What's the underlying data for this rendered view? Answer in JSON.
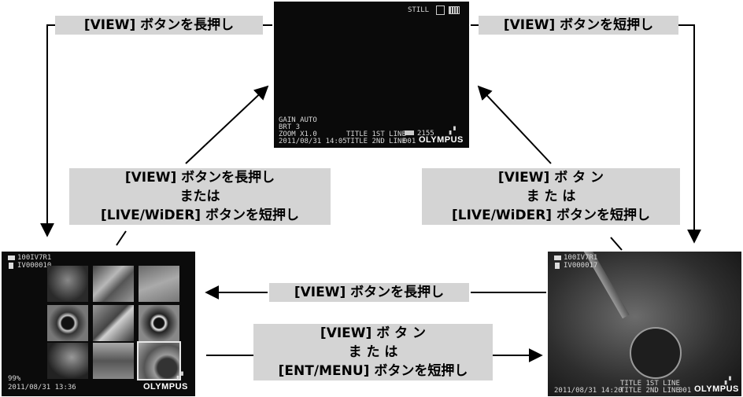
{
  "labels": {
    "top_left": "[VIEW] ボタンを長押し",
    "top_right": "[VIEW] ボタンを短押し",
    "mid_left": [
      "[VIEW] ボタンを長押し",
      "または",
      "[LIVE/WiDER] ボタンを短押し"
    ],
    "mid_right": [
      "[VIEW] ボ タ ン",
      "ま た は",
      "[LIVE/WiDER] ボタンを短押し"
    ],
    "row_top": "[VIEW] ボタンを長押し",
    "row_bottom": [
      "[VIEW] ボ タ ン",
      "ま た は",
      "[ENT/MENU] ボタンを短押し"
    ]
  },
  "live_screen": {
    "mode": "STILL",
    "gain": "GAIN AUTO",
    "brt": "BRT 3",
    "zoom": "ZOOM X1.0",
    "datetime": "2011/08/31 14:05",
    "title1": "TITLE 1ST LINE",
    "title2": "TITLE 2ND LINE",
    "remaining": "2155",
    "number": "001",
    "logo": "OLYMPUS"
  },
  "thumb_screen": {
    "folder": "100IV7R1",
    "file": "IV000010",
    "battery": "99%",
    "datetime": "2011/08/31 13:36",
    "logo": "OLYMPUS"
  },
  "play_screen": {
    "folder": "100IV7R1",
    "file": "IV000017",
    "datetime": "2011/08/31 14:20",
    "title1": "TITLE 1ST LINE",
    "title2": "TITLE 2ND LINE",
    "number": "001",
    "logo": "OLYMPUS"
  }
}
